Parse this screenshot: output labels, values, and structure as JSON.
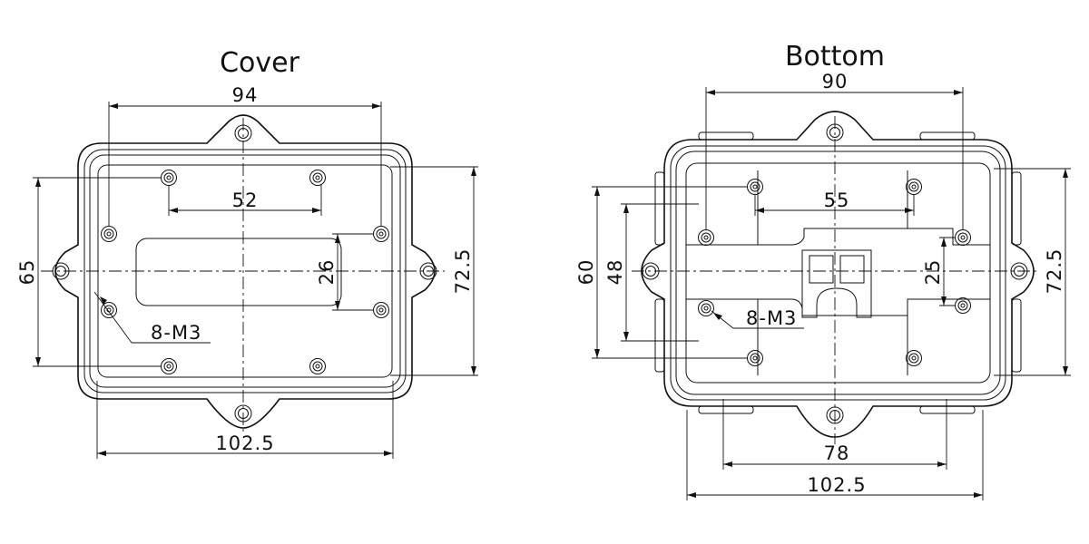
{
  "cover": {
    "title": "Cover",
    "dims": {
      "top_width": "94",
      "hole_spacing": "52",
      "slot_height": "26",
      "left_height": "65",
      "right_height": "72.5",
      "bottom_width": "102.5",
      "screw_callout": "8-M3"
    }
  },
  "bottom": {
    "title": "Bottom",
    "dims": {
      "top_width": "90",
      "hole_spacing": "55",
      "outer_left_height": "60",
      "inner_left_height": "48",
      "slot_height": "25",
      "right_height": "72.5",
      "lower_width": "78",
      "bottom_width": "102.5",
      "screw_callout": "8-M3"
    }
  }
}
